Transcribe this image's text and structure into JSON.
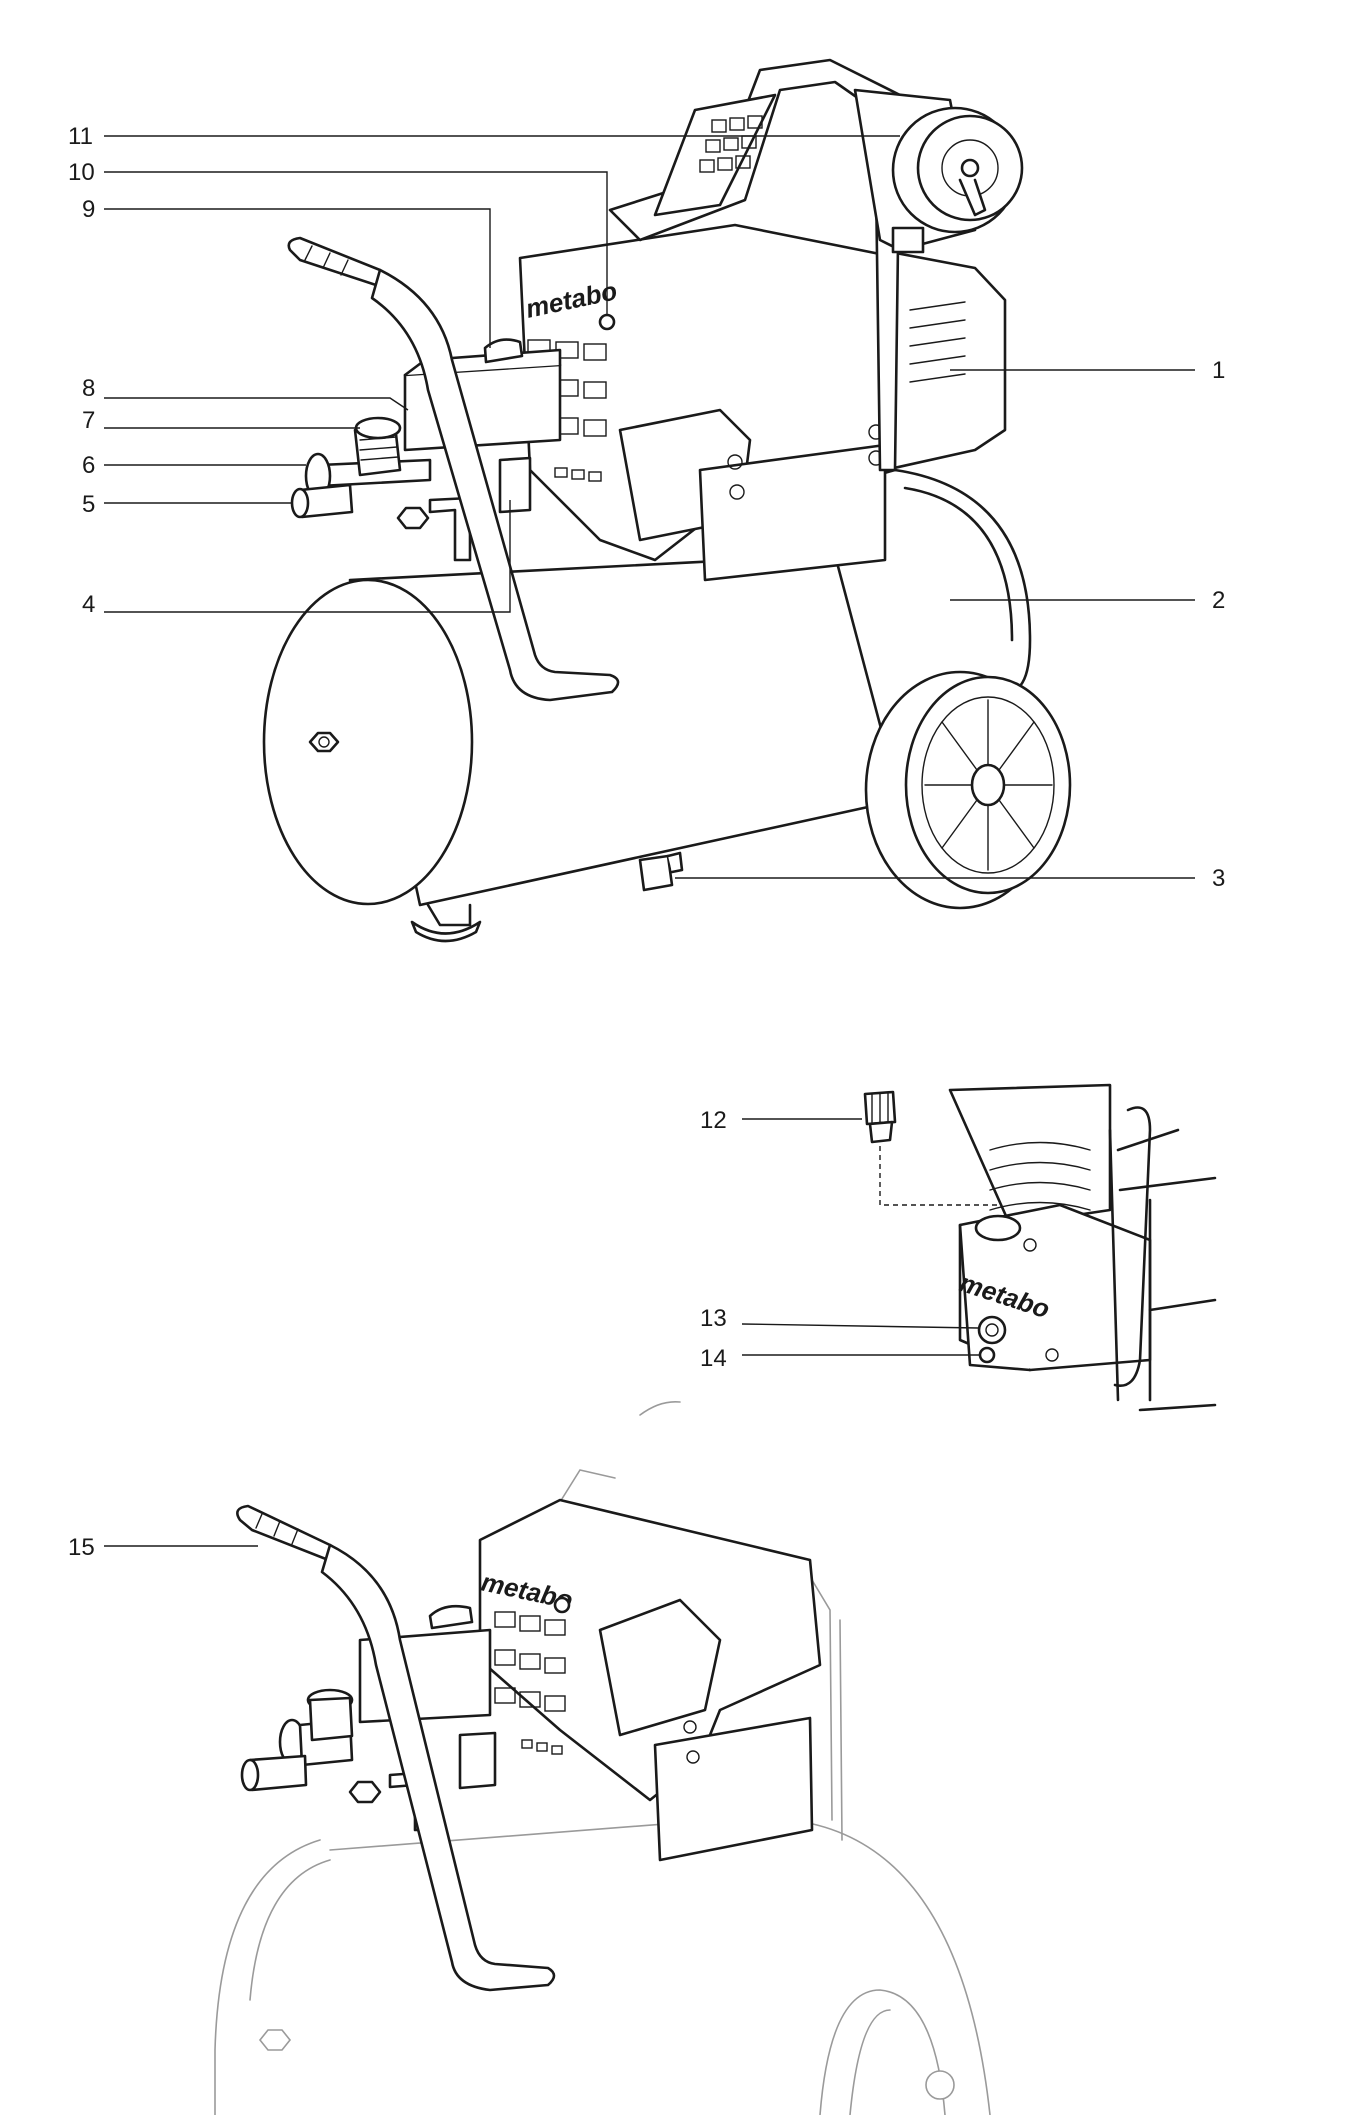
{
  "brand": "metabo",
  "callouts_view_main": [
    "11",
    "10",
    "9",
    "8",
    "7",
    "6",
    "5",
    "4",
    "1",
    "2",
    "3"
  ],
  "callouts_view_detail": [
    "12",
    "13",
    "14"
  ],
  "callouts_view_handle": [
    "15"
  ]
}
